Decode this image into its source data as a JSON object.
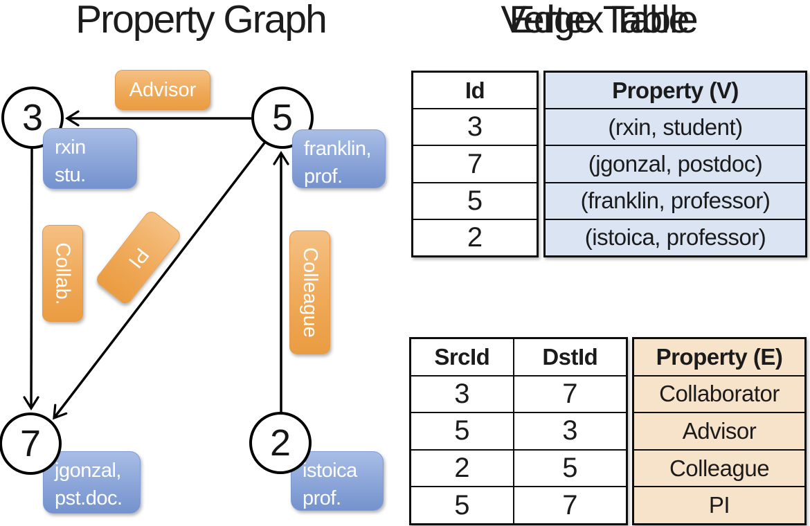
{
  "colors": {
    "edge_label_orange": "#efa958",
    "property_box_blue": "#8da7da",
    "vertex_property_fill": "#dbe4f2",
    "edge_property_fill": "#f7e2ca",
    "line_black": "#000000"
  },
  "titles": {
    "graph": "Property Graph"
  },
  "graph": {
    "nodes": [
      {
        "id": "3",
        "property_line1": "rxin",
        "property_line2": "stu."
      },
      {
        "id": "5",
        "property_line1": "franklin,",
        "property_line2": "prof."
      },
      {
        "id": "7",
        "property_line1": "jgonzal,",
        "property_line2": "pst.doc."
      },
      {
        "id": "2",
        "property_line1": "istoica",
        "property_line2": "prof."
      }
    ],
    "edge_labels": {
      "advisor": "Advisor",
      "collab": "Collab.",
      "pi": "PI",
      "colleague": "Colleague"
    }
  },
  "vertex_table": {
    "title": "Vertex Table",
    "headers": {
      "id": "Id",
      "property": "Property (V)"
    },
    "rows": [
      {
        "id": "3",
        "property": "(rxin, student)"
      },
      {
        "id": "7",
        "property": "(jgonzal, postdoc)"
      },
      {
        "id": "5",
        "property": "(franklin, professor)"
      },
      {
        "id": "2",
        "property": "(istoica, professor)"
      }
    ]
  },
  "edge_table": {
    "title": "Edge Table",
    "headers": {
      "src": "SrcId",
      "dst": "DstId",
      "property": "Property (E)"
    },
    "rows": [
      {
        "src": "3",
        "dst": "7",
        "property": "Collaborator"
      },
      {
        "src": "5",
        "dst": "3",
        "property": "Advisor"
      },
      {
        "src": "2",
        "dst": "5",
        "property": "Colleague"
      },
      {
        "src": "5",
        "dst": "7",
        "property": "PI"
      }
    ]
  }
}
